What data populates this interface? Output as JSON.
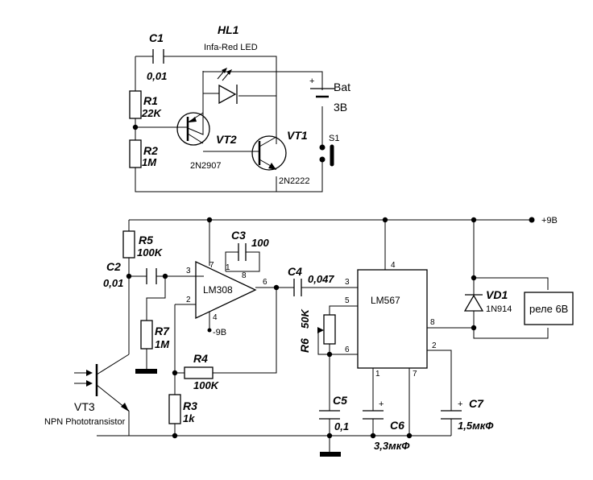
{
  "labels": {
    "hl1_ref": "HL1",
    "hl1_desc": "Infa-Red LED",
    "c1_ref": "C1",
    "c1_val": "0,01",
    "r1_ref": "R1",
    "r1_val": "22K",
    "r2_ref": "R2",
    "r2_val": "1M",
    "vt2_ref": "VT2",
    "vt2_part": "2N2907",
    "vt1_ref": "VT1",
    "vt1_part": "2N2222",
    "bat_ref": "Bat",
    "bat_plus": "+",
    "bat_val": "3B",
    "s1_ref": "S1",
    "supply": "+9B",
    "r5_ref": "R5",
    "r5_val": "100K",
    "c2_ref": "C2",
    "c2_val": "0,01",
    "c3_ref": "C3",
    "c3_val": "100",
    "lm308": "LM308",
    "neg_supply": "-9B",
    "r7_ref": "R7",
    "r7_val": "1M",
    "r4_ref": "R4",
    "r4_val": "100K",
    "r3_ref": "R3",
    "r3_val": "1k",
    "vt3_ref": "VT3",
    "vt3_desc": "NPN Phototransistor",
    "c4_ref": "C4",
    "c4_val": "0,047",
    "r6_ref": "R6",
    "r6_val": "50K",
    "lm567": "LM567",
    "vd1_ref": "VD1",
    "vd1_part": "1N914",
    "relay": "реле 6В",
    "c5_ref": "C5",
    "c5_val": "0,1",
    "c6_ref": "C6",
    "c6_val": "3,3мкФ",
    "c7_ref": "C7",
    "c7_val": "1,5мкФ",
    "cap_plus": "+"
  },
  "pins": {
    "op_3": "3",
    "op_2": "2",
    "op_7": "7",
    "op_1": "1",
    "op_8": "8",
    "op_6": "6",
    "op_4": "4",
    "ic_3": "3",
    "ic_4": "4",
    "ic_5": "5",
    "ic_6": "6",
    "ic_8": "8",
    "ic_2": "2",
    "ic_1": "1",
    "ic_7": "7"
  }
}
